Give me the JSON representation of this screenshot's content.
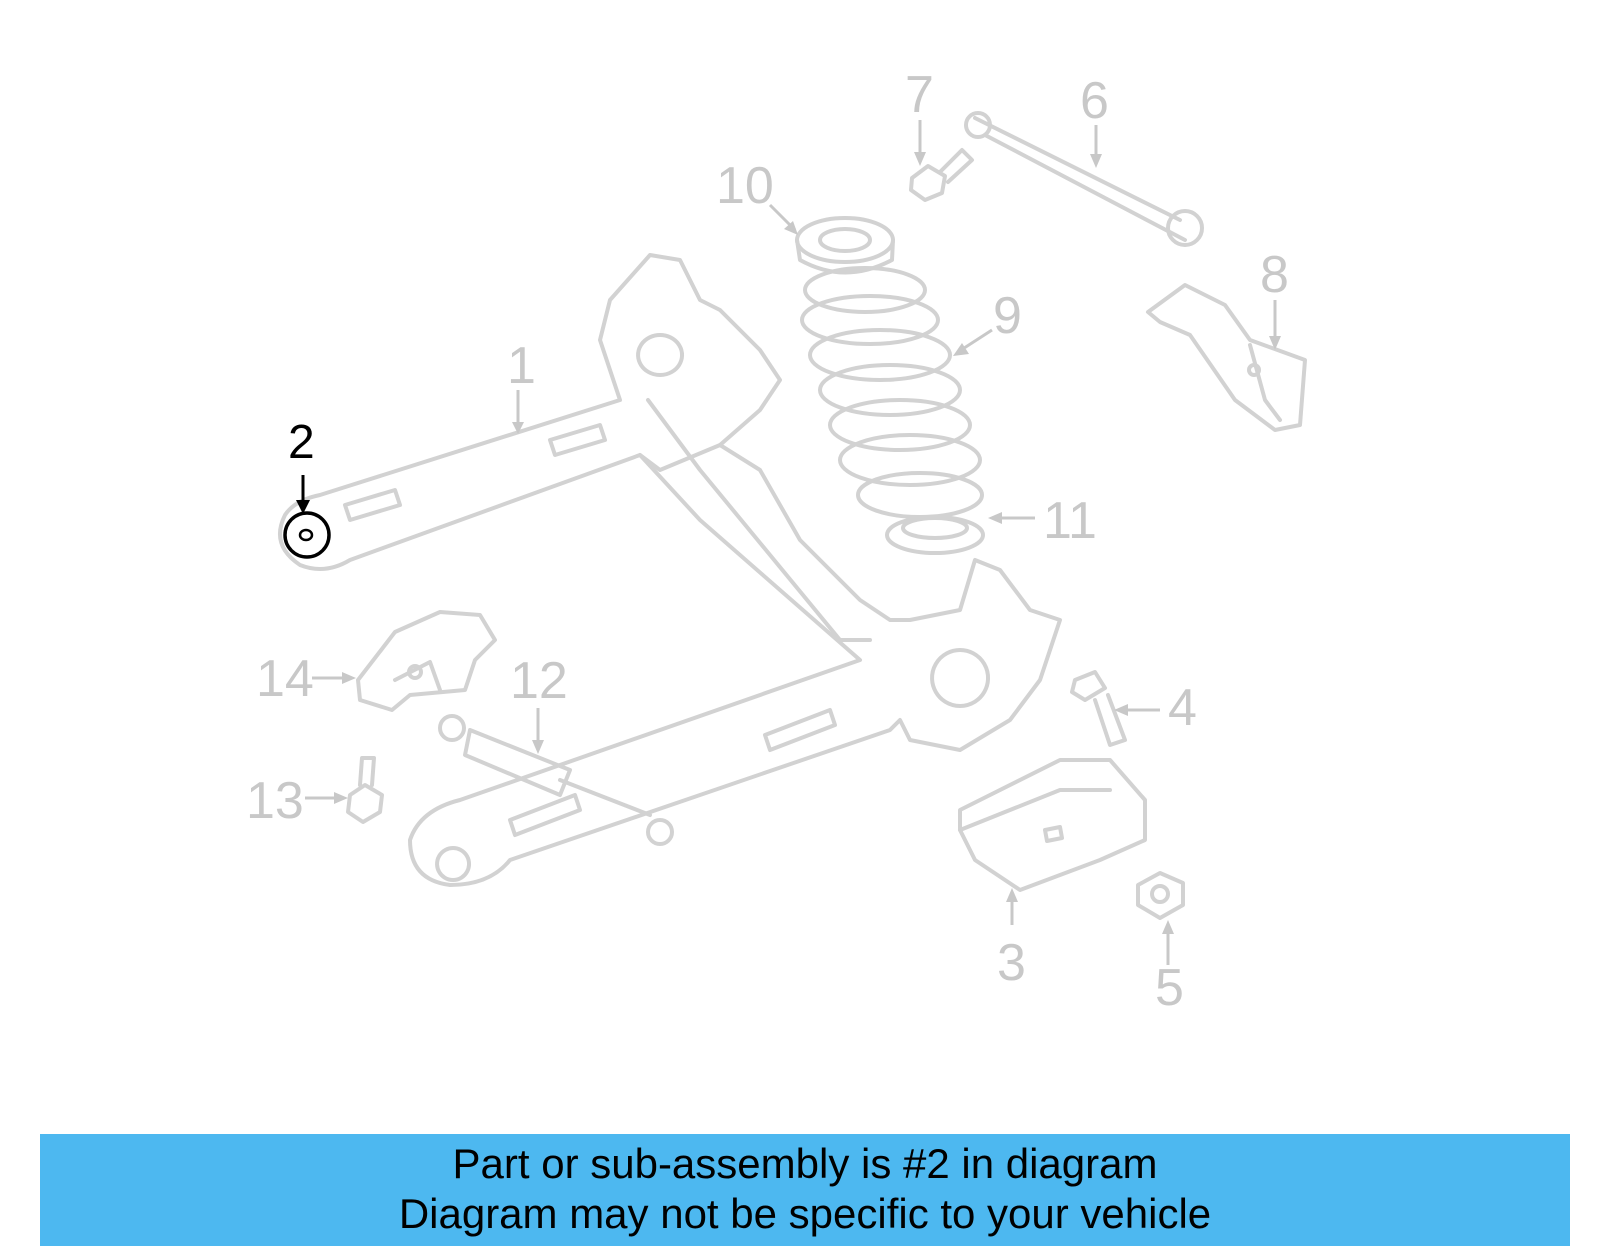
{
  "callouts": [
    {
      "id": "1",
      "label": "1"
    },
    {
      "id": "2",
      "label": "2",
      "highlighted": true
    },
    {
      "id": "3",
      "label": "3"
    },
    {
      "id": "4",
      "label": "4"
    },
    {
      "id": "5",
      "label": "5"
    },
    {
      "id": "6",
      "label": "6"
    },
    {
      "id": "7",
      "label": "7"
    },
    {
      "id": "8",
      "label": "8"
    },
    {
      "id": "9",
      "label": "9"
    },
    {
      "id": "10",
      "label": "10"
    },
    {
      "id": "11",
      "label": "11"
    },
    {
      "id": "12",
      "label": "12"
    },
    {
      "id": "13",
      "label": "13"
    },
    {
      "id": "14",
      "label": "14"
    }
  ],
  "colors": {
    "banner_background": "#4db8f0",
    "line_art": "#d2d2d2",
    "highlight": "#000000"
  },
  "banner": {
    "line1": "Part or sub-assembly is #2 in diagram",
    "line2": "Diagram may not be specific to your vehicle"
  }
}
